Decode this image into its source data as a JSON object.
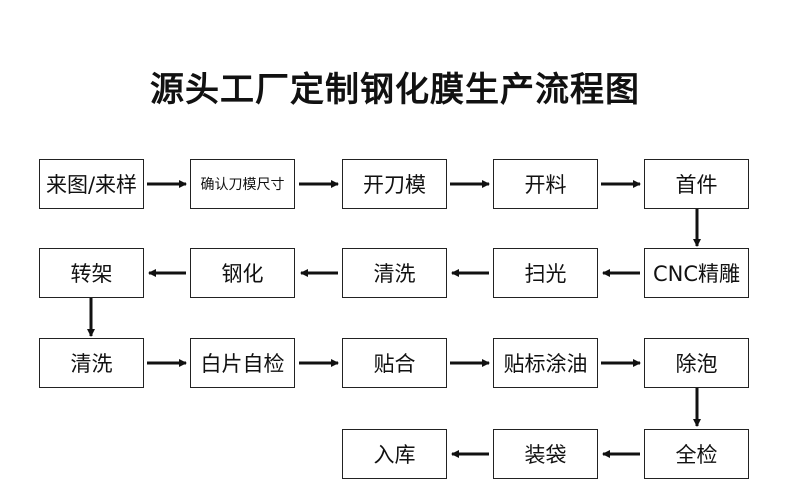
{
  "title": "源头工厂定制钢化膜生产流程图",
  "steps": [
    "来图/来样",
    "确认刀模尺寸",
    "开刀模",
    "开料",
    "首件",
    "CNC精雕",
    "扫光",
    "清洗",
    "钢化",
    "转架",
    "清洗",
    "白片自检",
    "贴合",
    "贴标涂油",
    "除泡",
    "全检",
    "装袋",
    "入库"
  ]
}
